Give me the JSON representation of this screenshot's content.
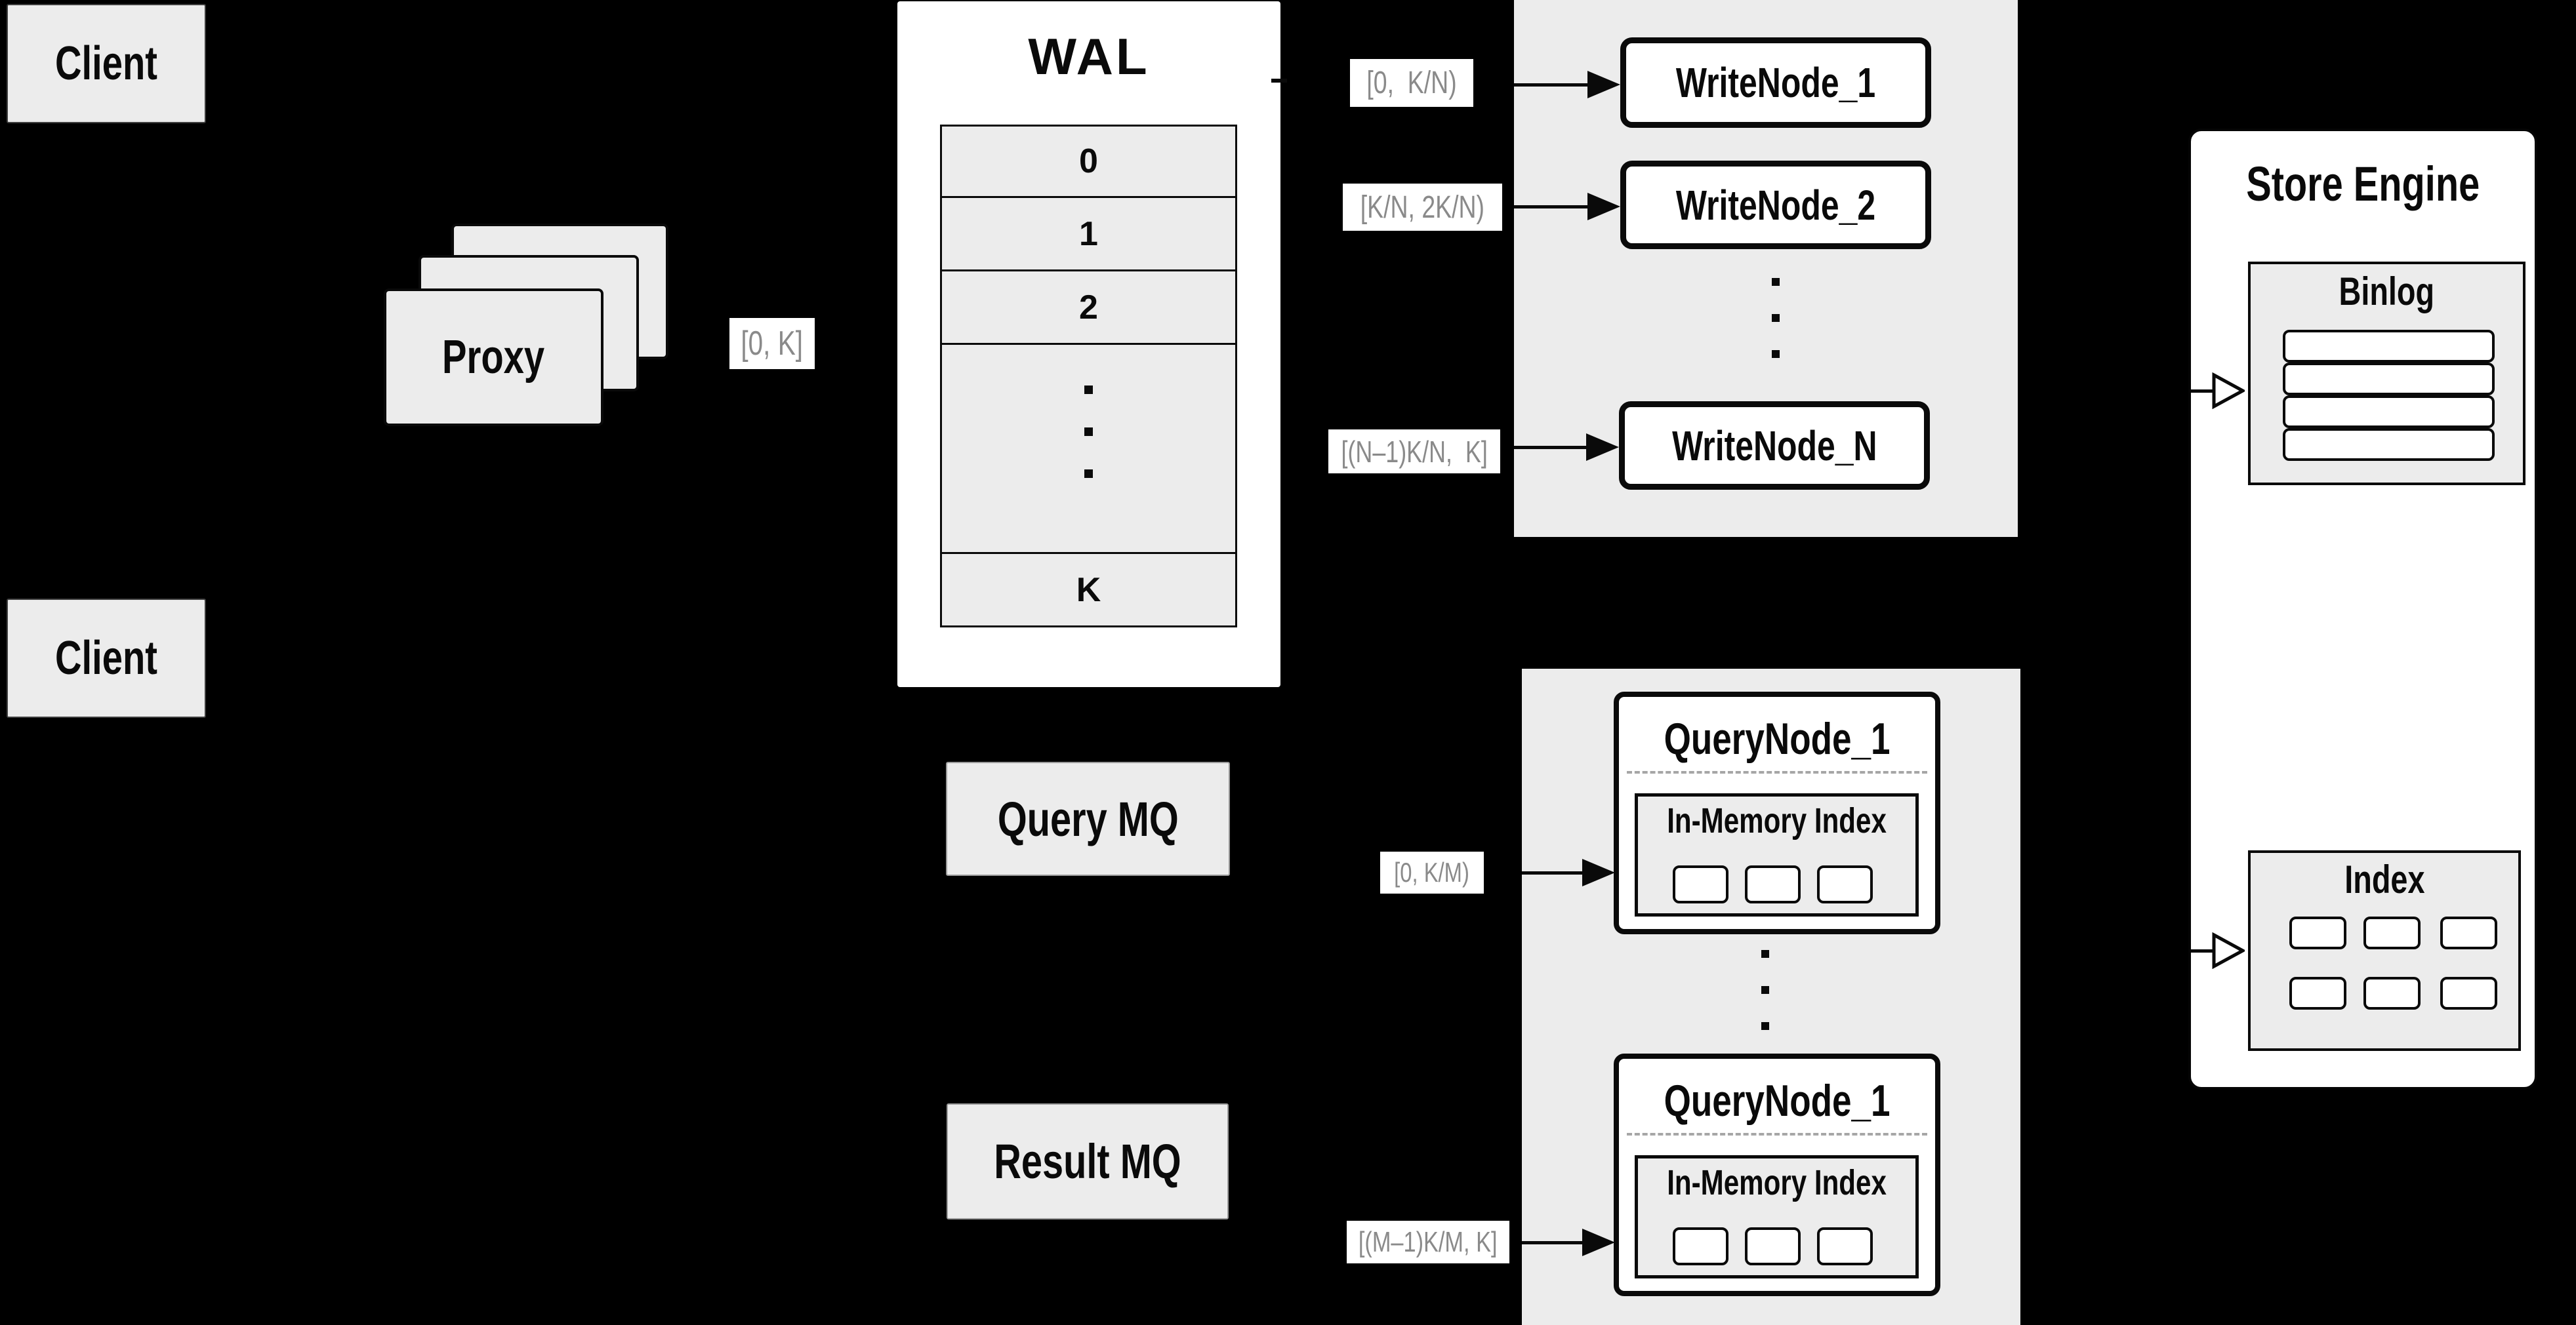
{
  "clients": {
    "top": "Client",
    "bottom": "Client"
  },
  "proxy": {
    "label": "Proxy",
    "range_label": "[0, K]"
  },
  "wal": {
    "title": "WAL",
    "rows": [
      "0",
      "1",
      "2"
    ],
    "last_row": "K"
  },
  "write_group": {
    "nodes": [
      "WriteNode_1",
      "WriteNode_2",
      "WriteNode_N"
    ],
    "range_labels": [
      "[0,  K/N)",
      "[K/N, 2K/N)",
      "[(N–1)K/N,  K]"
    ]
  },
  "query_group": {
    "nodes": [
      "QueryNode_1",
      "QueryNode_1"
    ],
    "in_memory_index": "In-Memory Index",
    "range_labels": [
      "[0, K/M)",
      "[(M–1)K/M, K]"
    ]
  },
  "mq": {
    "query": "Query MQ",
    "result": "Result MQ"
  },
  "store_engine": {
    "title": "Store Engine",
    "binlog": "Binlog",
    "index": "Index"
  },
  "colors": {
    "background": "#000000",
    "panel_gray": "#ececec",
    "box_white": "#ffffff",
    "border_black": "#0a0a0a",
    "range_label_text": "#8a8a8a"
  }
}
